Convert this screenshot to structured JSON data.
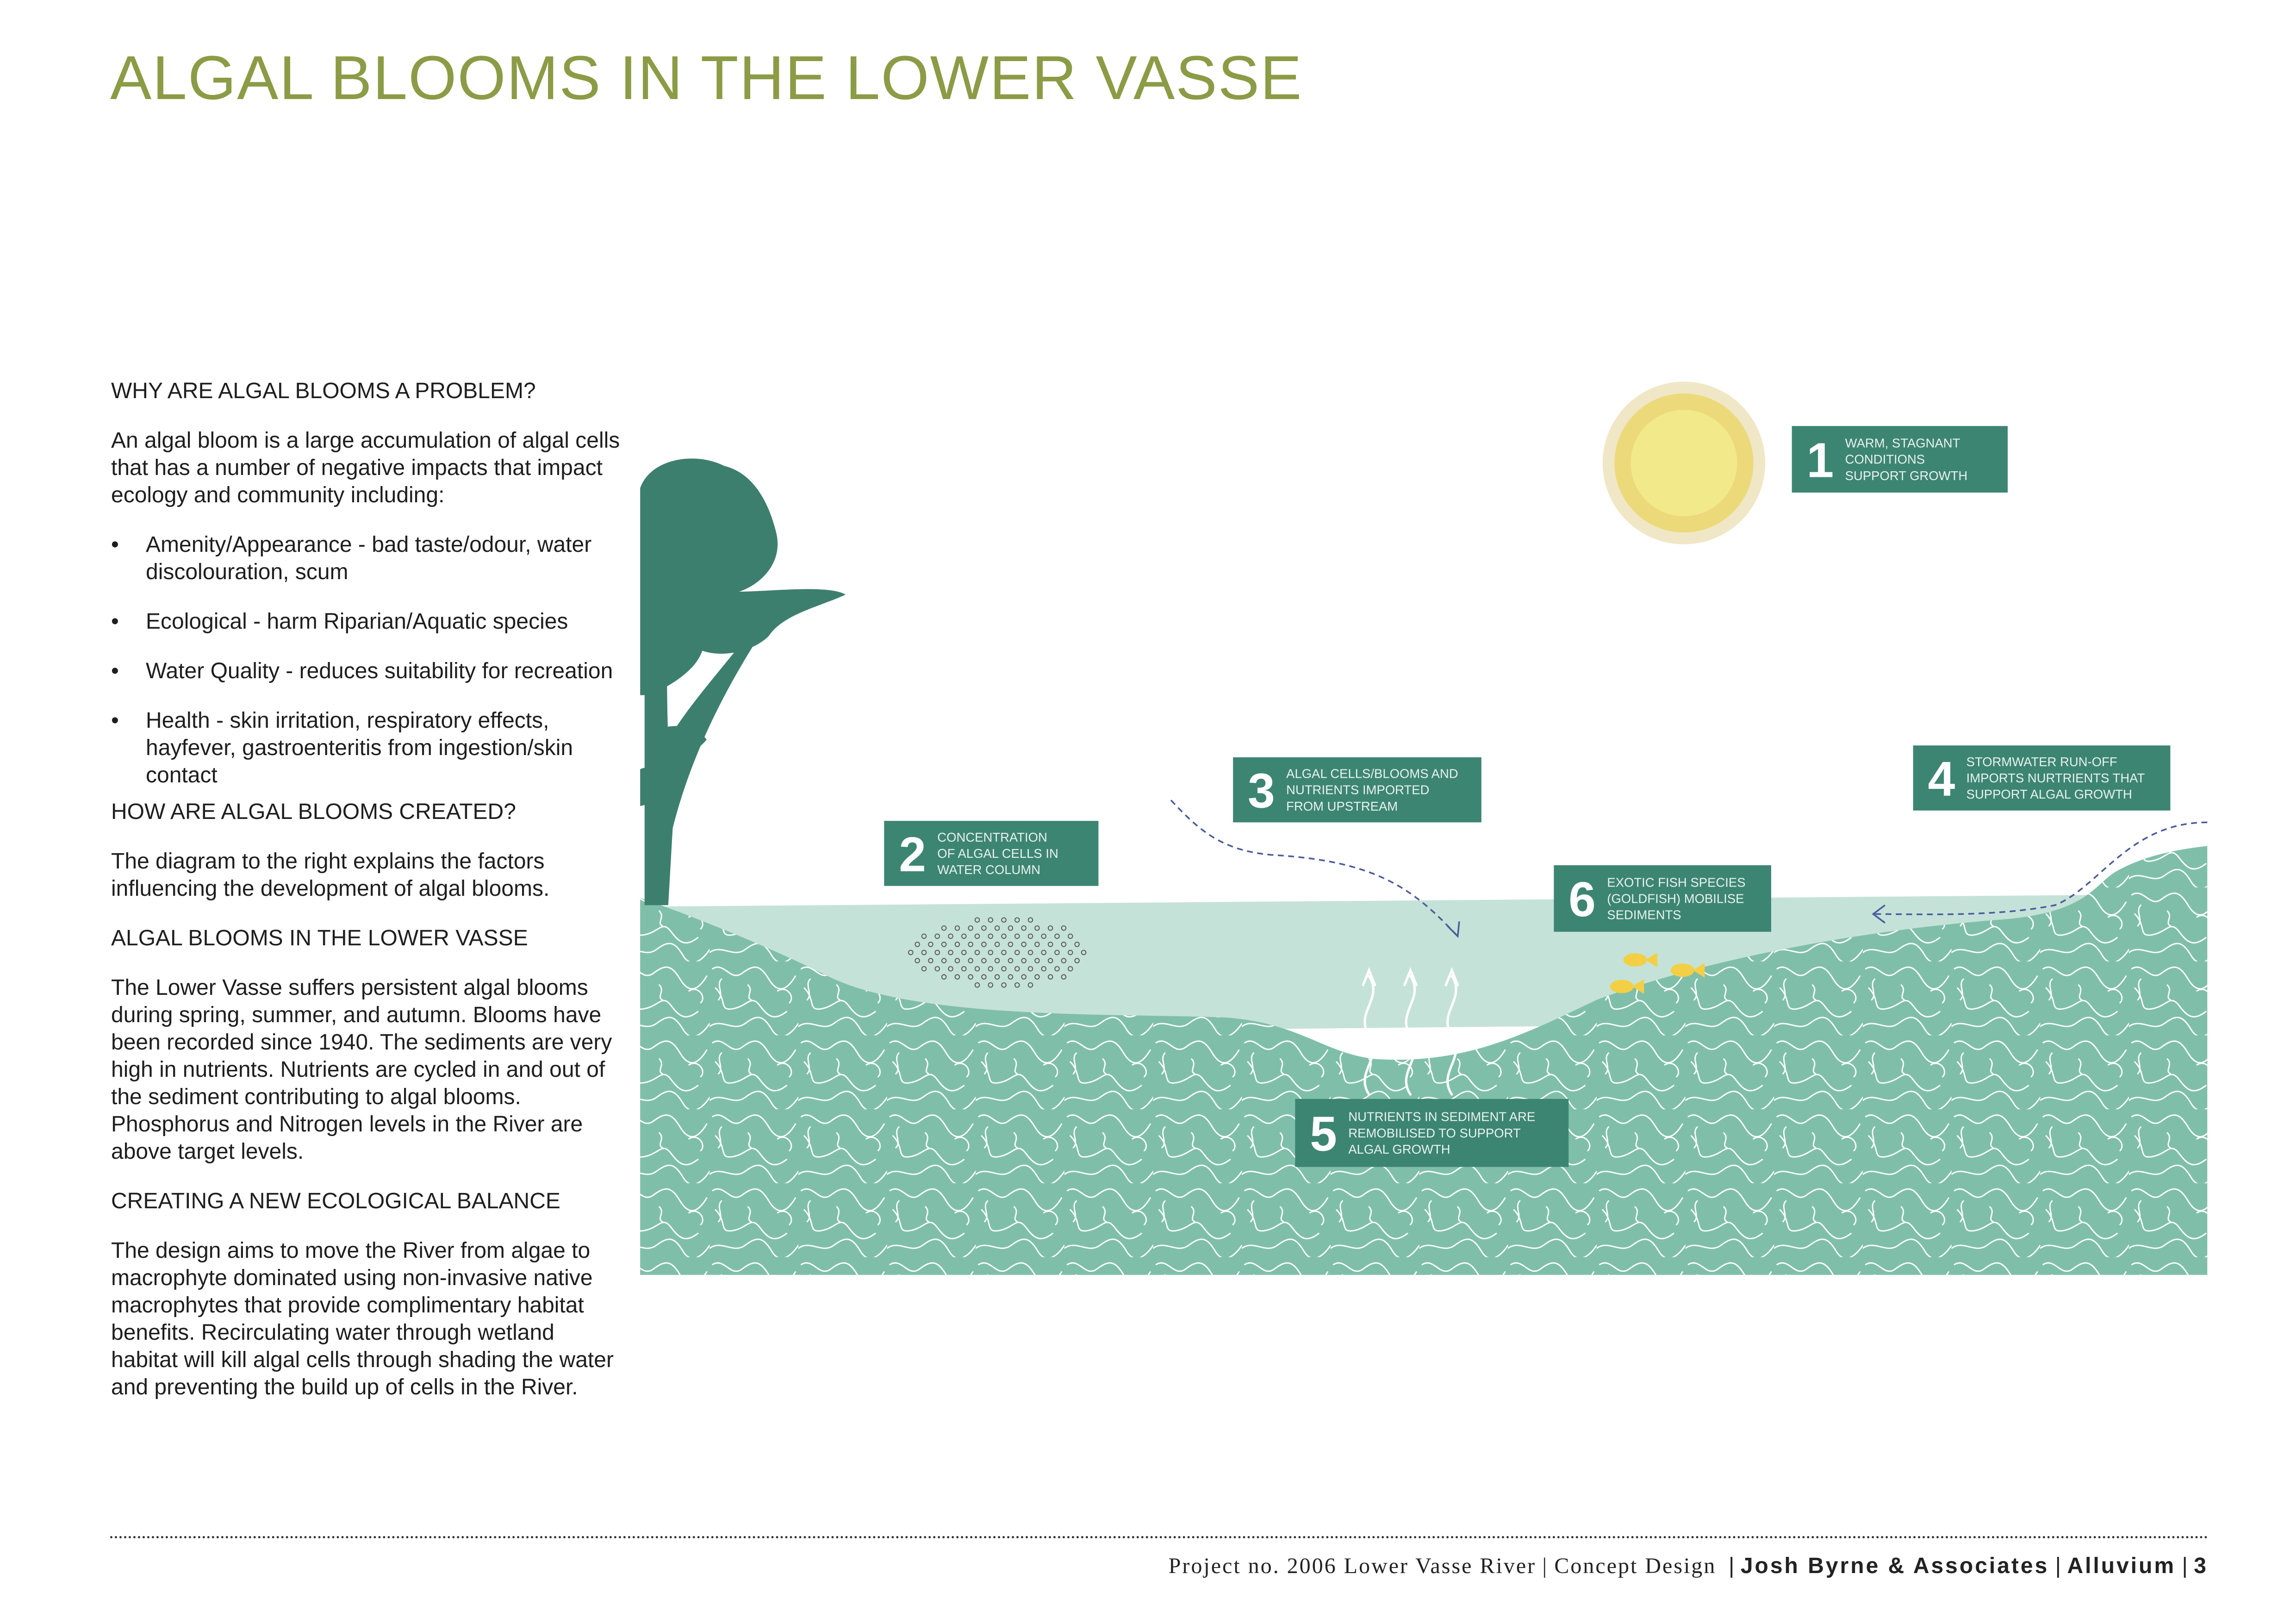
{
  "title": "ALGAL BLOOMS IN THE LOWER VASSE",
  "left": {
    "h1": "WHY ARE ALGAL BLOOMS A PROBLEM?",
    "p1": "An algal bloom is a large accumulation of algal cells that has a number of negative impacts that impact ecology and community including:",
    "bullet_glyph": "•",
    "bullets": [
      "Amenity/Appearance - bad taste/odour, water discolouration, scum",
      "Ecological - harm Riparian/Aquatic species",
      "Water Quality - reduces suitability for recreation",
      "Health - skin irritation, respiratory effects, hayfever, gastroenteritis from ingestion/skin contact"
    ],
    "h2": "HOW ARE ALGAL BLOOMS CREATED?",
    "p2": "The diagram to the right explains the factors influencing the development of algal blooms.",
    "h3": "ALGAL BLOOMS IN THE LOWER VASSE",
    "p3": "The Lower Vasse suffers persistent algal blooms during spring, summer, and autumn. Blooms have been recorded since 1940. The sediments are very high in nutrients. Nutrients are cycled in and out of the sediment contributing to algal blooms. Phosphorus and Nitrogen levels in the River are above target levels.",
    "h4": "CREATING A NEW ECOLOGICAL BALANCE",
    "p4": "The design aims to move the River from algae to macrophyte dominated using non-invasive native macrophytes that provide complimentary habitat benefits. Recirculating water through wetland habitat will kill algal cells through shading the water and preventing the build up of cells in the River."
  },
  "diagram": {
    "callouts": [
      {
        "num": "1",
        "lines": [
          "WARM, STAGNANT",
          "CONDITIONS",
          "SUPPORT GROWTH"
        ]
      },
      {
        "num": "2",
        "lines": [
          "CONCENTRATION",
          "OF ALGAL CELLS IN",
          "WATER COLUMN"
        ]
      },
      {
        "num": "3",
        "lines": [
          "ALGAL CELLS/BLOOMS AND",
          "NUTRIENTS IMPORTED",
          "FROM UPSTREAM"
        ]
      },
      {
        "num": "4",
        "lines": [
          "STORMWATER RUN-OFF",
          "IMPORTS NURTRIENTS THAT",
          "SUPPORT ALGAL GROWTH"
        ]
      },
      {
        "num": "5",
        "lines": [
          "NUTRIENTS IN SEDIMENT ARE",
          "REMOBILISED TO SUPPORT",
          "ALGAL GROWTH"
        ]
      },
      {
        "num": "6",
        "lines": [
          "EXOTIC FISH SPECIES",
          "(GOLDFISH) MOBILISE",
          "SEDIMENTS"
        ]
      }
    ],
    "colors": {
      "box": "#3d8573",
      "water": "#c5e2d8",
      "sediment": "#7fbfa9",
      "tree": "#3d7f6e",
      "sun": "#f2e98a",
      "fish": "#f3cf45",
      "arrow": "#4a5b9c"
    }
  },
  "footer": {
    "project": "Project no. 2006 Lower Vasse River",
    "sep": "|",
    "design": "Concept Design",
    "company": "Josh Byrne & Associates",
    "partner": "Alluvium",
    "page": "3"
  }
}
